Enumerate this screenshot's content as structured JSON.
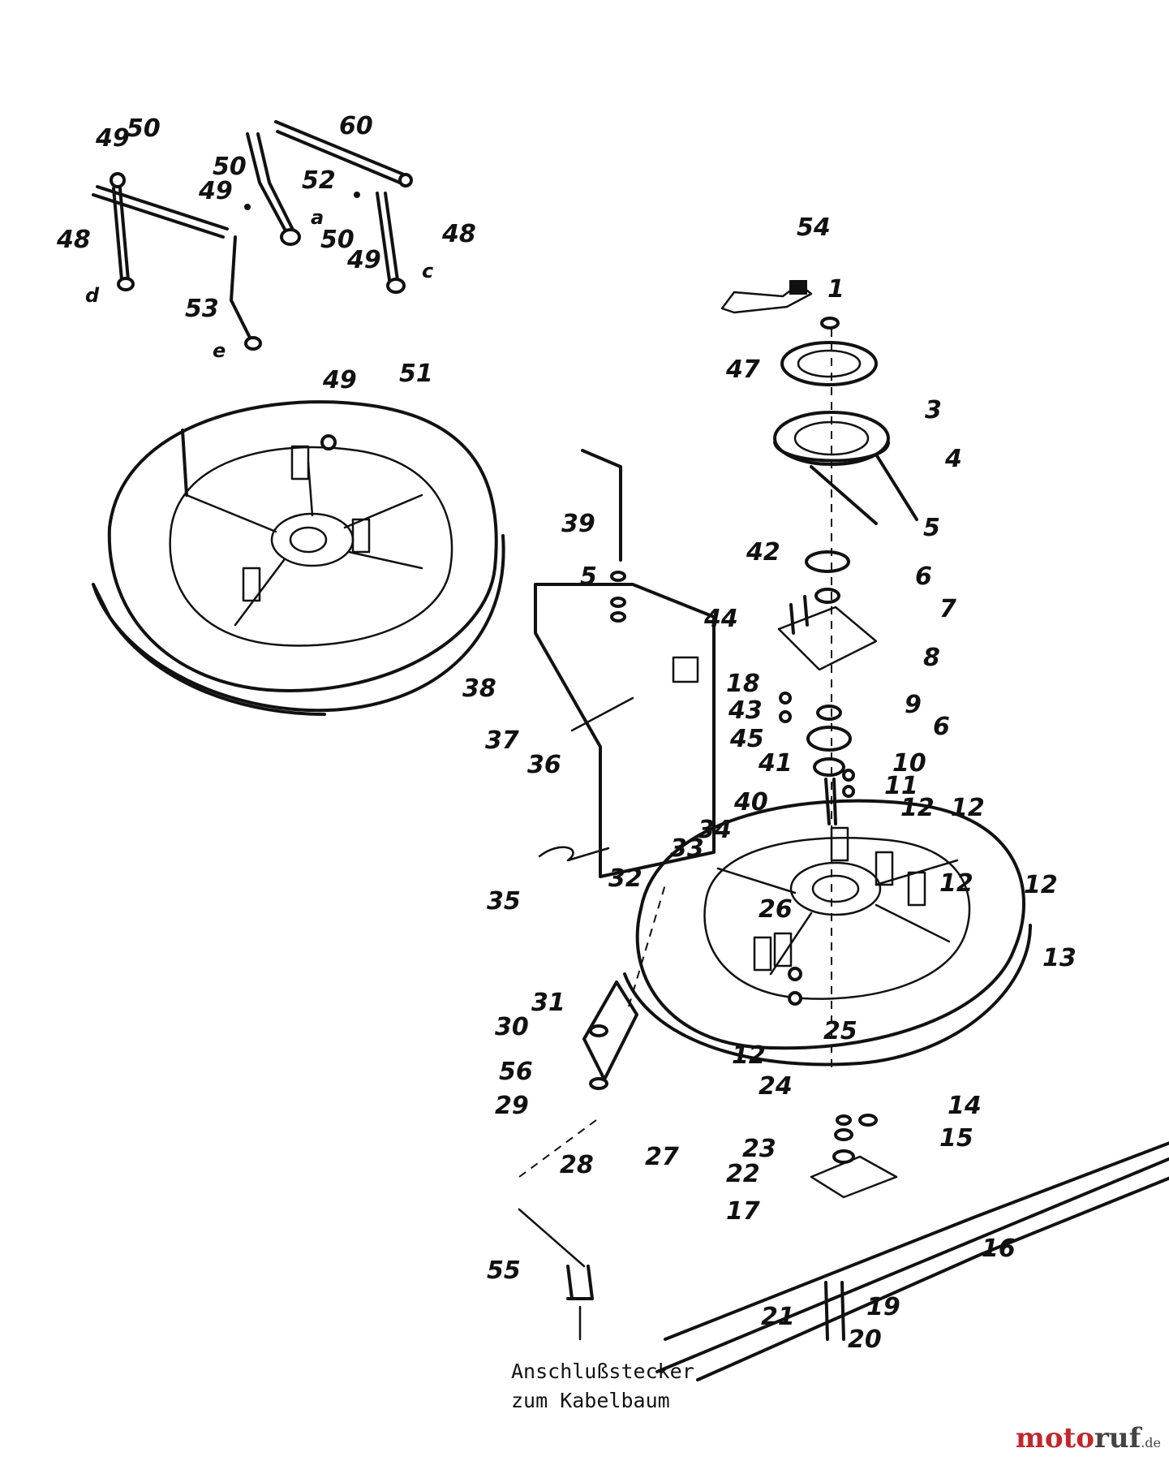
{
  "diagram": {
    "callouts": [
      "1",
      "3",
      "4",
      "5",
      "5",
      "6",
      "6",
      "7",
      "8",
      "9",
      "10",
      "11",
      "12",
      "12",
      "12",
      "12",
      "12",
      "13",
      "14",
      "15",
      "16",
      "17",
      "18",
      "19",
      "20",
      "21",
      "22",
      "23",
      "24",
      "25",
      "26",
      "27",
      "28",
      "29",
      "30",
      "31",
      "32",
      "33",
      "34",
      "35",
      "36",
      "37",
      "38",
      "39",
      "40",
      "41",
      "42",
      "43",
      "44",
      "45",
      "47",
      "48",
      "48",
      "49",
      "49",
      "49",
      "49",
      "50",
      "50",
      "50",
      "51",
      "52",
      "53",
      "54",
      "55",
      "56",
      "60"
    ],
    "connector_letters": [
      "a",
      "c",
      "d",
      "e"
    ],
    "caption": {
      "line1": "Anschlußstecker",
      "line2": "zum Kabelbaum"
    }
  },
  "watermark": {
    "part1": "moto",
    "part2": "ruf",
    "part3": ".de"
  }
}
